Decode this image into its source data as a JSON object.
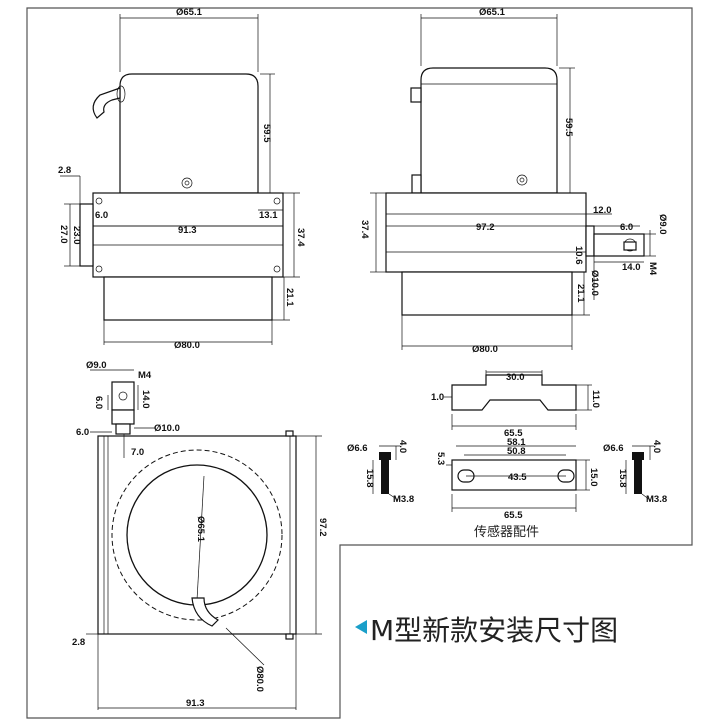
{
  "title": "M型新款安装尺寸图",
  "accessories_caption": "传感器配件",
  "colors": {
    "frame": "#555555",
    "title_arrow": "#1a9fc9",
    "ink": "#111111"
  },
  "views": {
    "front": {
      "top_width": "Ø65.1",
      "top_height": "59.5",
      "left_offset": "2.8",
      "ear": "6.0",
      "inner_height": "23.0",
      "outer_height": "27.0",
      "body_width": "91.3",
      "right_offset": "13.1",
      "body_height": "37.4",
      "drum_height": "21.1",
      "drum_dia": "Ø80.0"
    },
    "side": {
      "top_width": "Ø65.1",
      "top_height": "59.5",
      "body_height": "37.4",
      "body_width": "97.2",
      "offset_top": "12.0",
      "ear": "6.0",
      "hole": "Ø9.0",
      "small": "10.6",
      "shaft": "Ø10.0",
      "slot": "14.0",
      "thread": "M4",
      "drum_height": "21.1",
      "drum_dia": "Ø80.0"
    },
    "bottom": {
      "hole": "Ø9.0",
      "thread": "M4",
      "ear": "6.0",
      "slot": "14.0",
      "ear_height": "6.0",
      "shaft": "Ø10.0",
      "offset": "7.0",
      "inner_dia": "Ø65.1",
      "body_height": "97.2",
      "left": "2.8",
      "outer_dia": "Ø80.0",
      "body_width": "91.3"
    },
    "bracket": {
      "width": "30.0",
      "thick": "1.0",
      "height": "11.0",
      "length": "65.5"
    },
    "plate": {
      "outer": "58.1",
      "inner": "50.8",
      "pitch": "43.5",
      "left": "5.3",
      "height": "15.0",
      "length": "65.5"
    },
    "screw": {
      "head": "Ø6.6",
      "head_h": "4.0",
      "length": "15.8",
      "thread": "M3.8"
    }
  }
}
